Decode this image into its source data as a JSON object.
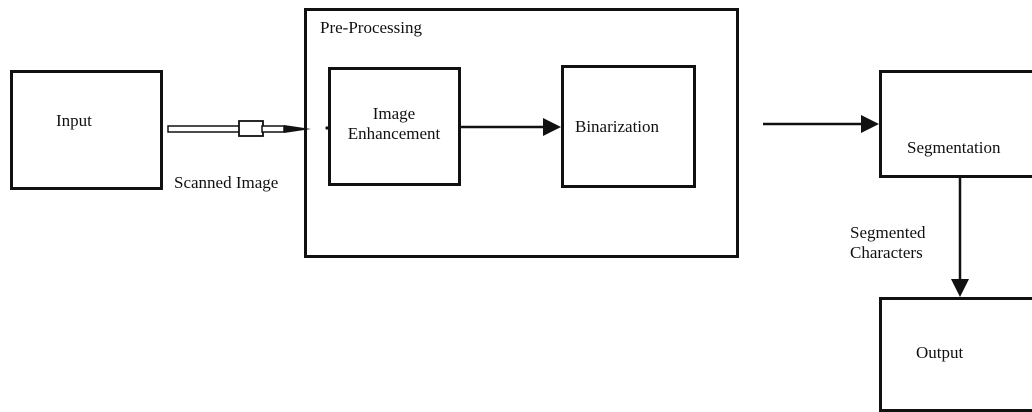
{
  "diagram": {
    "nodes": {
      "input": {
        "label": "Input"
      },
      "preprocessing": {
        "label": "Pre-Processing"
      },
      "image_enhancement": {
        "line1": "Image",
        "line2": "Enhancement"
      },
      "binarization": {
        "label": "Binarization"
      },
      "segmentation": {
        "label": "Segmentation"
      },
      "output": {
        "label": "Output"
      }
    },
    "edges": {
      "scanned_image": {
        "label": "Scanned Image"
      },
      "segmented_characters": {
        "line1": "Segmented",
        "line2": "Characters"
      }
    },
    "colors": {
      "stroke": "#111111",
      "background": "#ffffff"
    }
  }
}
